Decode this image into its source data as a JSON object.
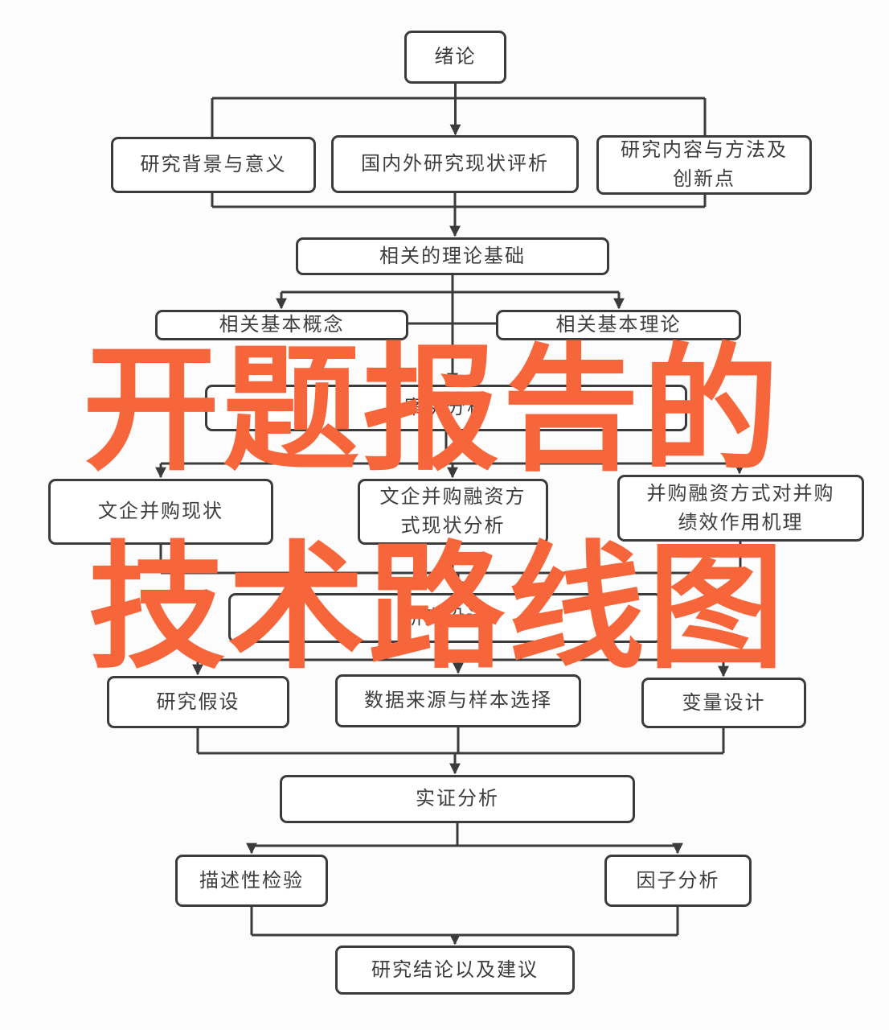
{
  "diagram": {
    "title_watermark": {
      "line1": "开题报告的",
      "line2": "技术路线图",
      "color": "#f7653b"
    },
    "colors": {
      "line": "#3b3b3b",
      "box_border": "#3b3b3b",
      "box_fill": "#ffffff",
      "text": "#3d3d3d",
      "background": "#fcfcfc"
    },
    "nodes": {
      "intro": "绪论",
      "background": "研究背景与意义",
      "review": "国内外研究现状评析",
      "content": "研究内容与方法及\n创新点",
      "theory_base": "相关的理论基础",
      "concepts": "相关基本概念",
      "theories": "相关基本理论",
      "case": "案例分析",
      "status": "文企并购现状",
      "financing_status": "文企并购融资方\n式现状分析",
      "mechanism": "并购融资方式对并购\n绩效作用机理",
      "design": "研究设计",
      "hypothesis": "研究假设",
      "data_sample": "数据来源与样本选择",
      "variables": "变量设计",
      "empirical": "实证分析",
      "descriptive": "描述性检验",
      "factor": "因子分析",
      "conclusion": "研究结论以及建议"
    }
  }
}
